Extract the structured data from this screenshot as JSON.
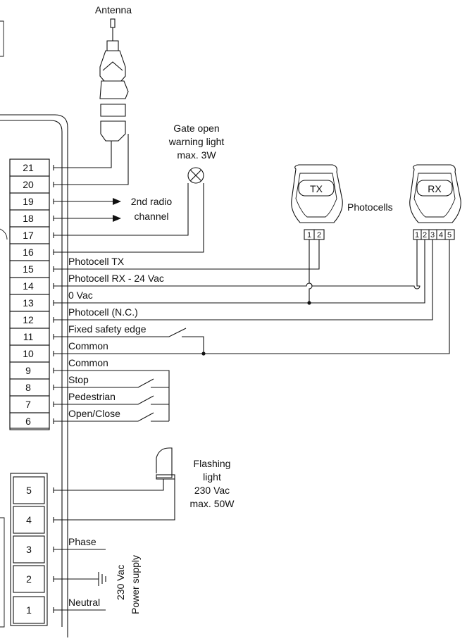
{
  "antenna": {
    "label": "Antenna"
  },
  "warning_light": {
    "line1": "Gate open",
    "line2": "warning light",
    "line3": "max. 3W"
  },
  "radio": {
    "line1": "2nd radio",
    "line2": "channel"
  },
  "photocells": {
    "label": "Photocells",
    "tx_label": "TX",
    "rx_label": "RX",
    "tx_pins": [
      "1",
      "2"
    ],
    "rx_pins": [
      "1",
      "2",
      "3",
      "4",
      "5"
    ]
  },
  "flashing_light": {
    "line1": "Flashing",
    "line2": "light",
    "line3": "230 Vac",
    "line4": "max. 50W"
  },
  "power_supply": {
    "line1": "230 Vac",
    "line2": "Power supply"
  },
  "upper_terminals": [
    "21",
    "20",
    "19",
    "18",
    "17",
    "16",
    "15",
    "14",
    "13",
    "12",
    "11",
    "10",
    "9",
    "8",
    "7",
    "6"
  ],
  "lower_terminals": [
    "5",
    "4",
    "3",
    "2",
    "1"
  ],
  "wire_labels": {
    "t15": "Photocell TX",
    "t14": "Photocell RX - 24 Vac",
    "t13": "0 Vac",
    "t12": "Photocell (N.C.)",
    "t11": "Fixed safety edge",
    "t10": "Common",
    "t9": "Common",
    "t8": "Stop",
    "t7": "Pedestrian",
    "t6": "Open/Close",
    "t3": "Phase",
    "t1": "Neutral"
  }
}
